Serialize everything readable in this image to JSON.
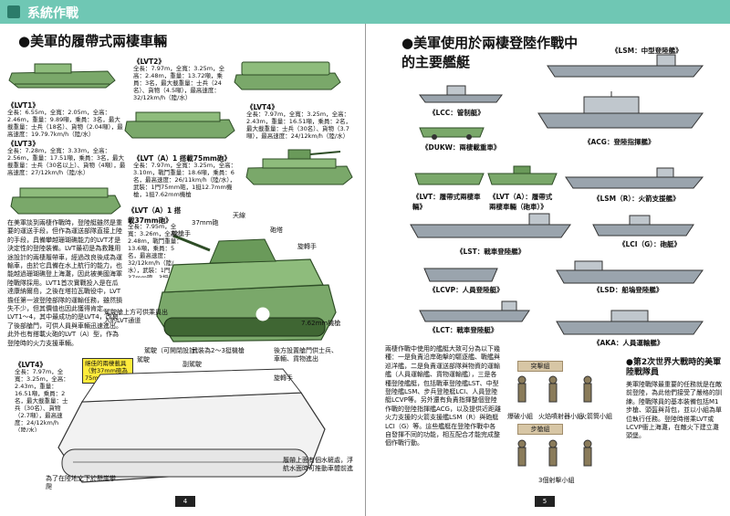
{
  "section": {
    "title": "系統作戰"
  },
  "left": {
    "heading": "●美軍的履帶式兩棲車輛",
    "vehicles": {
      "lvt2": {
        "name": "《LVT2》",
        "spec": "全長：7.97m，全寬：3.25m，全高：2.48m，重量：13.72噸，乘員：3名，最大載重量：士兵（24名）、貨物（4.5噸），最高速度：32/12km/h（陸/水）"
      },
      "lvt1": {
        "name": "《LVT1》",
        "spec": "全長：6.55m，全寬：2.05m，全高：2.46m，重量：9.89噸，乘員：3名，最大載重量：士兵（18名）、貨物（2.04噸），最高速度：19.79.7km/h（陸/水）"
      },
      "lvt4top": {
        "name": "《LVT4》",
        "spec": "全長：7.97m，全寬：3.25m，全高：2.43m，重量：16.51噸，乘員：2名，最大載重量：士兵（30名）、貨物（3.7噸），最高速度：24/12km/h（陸/水）"
      },
      "lvt3": {
        "name": "《LVT3》",
        "spec": "全長：7.28m，全寬：3.33m，全高：2.56m，重量：17.51噸，乘員：3名，最大載重量：士兵（30名以上）、貨物（4噸），最高速度：27/12km/h（陸/水）"
      },
      "lvta1": {
        "name": "《LVT（A）1 搭載75mm砲》",
        "spec": "全長：7.97m，全寬：3.25m，全高：3.10m，戰鬥重量：18.6噸，乘員：6名，最高速度：26/11km/h（陸/水），武裝：1門75mm砲，1挺12.7mm機槍，1挺7.62mm機槍"
      },
      "lvta1_37": {
        "name": "《LVT（A）1 搭載37mm砲》",
        "spec": "全長：7.95m，全寬：3.26m，全高：2.48m，戰鬥重量：13.6噸，乘員：5名，最高速度：32/12km/h（陸/水），武裝：1門37mm砲，3挺7.62mm機槍"
      },
      "lvt4": {
        "name": "《LVT4》",
        "spec": "全長：7.97m，全寬：3.25m，全高：2.43m，重量：16.51噸，乘員：2名，最大載重量：士兵（30名）、貨物（2.7噸），最高速度：24/12km/h（陸/水）"
      }
    },
    "callouts": {
      "c37mm": "37mm砲",
      "ant": "天線",
      "mg_hatch": "機槍手",
      "shield": "砲塔",
      "turret": "旋轉手",
      "mg762": "7.62mm機槍",
      "ramp_note": "駕駛艙上方可供乘員出入的LVT通道",
      "driver": "駕駛",
      "driver2": "駕駛（可開閉設計）",
      "radio": "副駕駛",
      "armor": "武裝為2〜3挺機槍",
      "side": "後方設置艙門供士兵、車輛、貨物進出",
      "gunner": "旋轉手",
      "front_note": "為了在陸地之下於懸崖攀爬",
      "rear_note": "履帶上面有個水鏟處，浮航水面時可推動車體前進",
      "highlight": "絕佳的兩棲載具",
      "highlight2": "（對37mm砲為75mm機槍）"
    },
    "body": "在美軍談到兩棲作戰時，登陸艇雖然是重要的運送手段，但作為運送部隊直接上陸的手段，具備攀越珊瑚礁能力的LVT才是決定性的登陸裝備。LVT最初是為救難用途設計的兩棲履帶車，經過改良後成為運輸車，由於它具備在水上航行的能力，也能越過珊瑚礁登上海灘，因此被美國海軍陸戰隊採用。LVT1首次實戰投入是在瓜達康納爾島，之後在塔拉瓦戰役中，LVT擔任第一波登陸部隊的運輸任務，雖然損失不少，但其價值也因此獲得肯定。LVT1〜4，其中最成功的是LVT4，改良了後部艙門，可供人員與車輛迅速進出。此外也有搭載火砲的LVT（A）型，作為登陸時的火力支援車輛。",
    "page": "4"
  },
  "right": {
    "heading": "●美軍使用於兩棲登陸作戰中的主要艦艇",
    "ships": {
      "lcc": "《LCC：管制艇》",
      "lsm": "《LSM：中型登陸艦》",
      "acg": "《ACG：登陸指揮艦》",
      "dukw": "《DUKW：兩棲載重車》",
      "lvt": "《LVT：履帶式兩棲車輛》",
      "lvta": "《LVT（A）：履帶式兩棲車輛（砲車）》",
      "lsmr": "《LSM（R）：火箭支援艦》",
      "lst": "《LST：戰車登陸艦》",
      "lci": "《LCI（G）：砲艇》",
      "lcvp": "《LCVP：人員登陸艇》",
      "lsd": "《LSD：船塢登陸艦》",
      "lct": "《LCT：戰車登陸艇》",
      "aka": "《AKA：人員運輸艦》"
    },
    "body": "兩棲作戰中使用的艦艇大致可分為以下幾種：一是負責沿岸砲擊的驅逐艦、戰艦與巡洋艦，二是負責運送部隊與物資的運輸艦（人員運輸艦、貨物運輸艦），三是各種登陸艦艇，包括戰車登陸艦LST、中型登陸艦LSM、步兵登陸艇LCI、人員登陸艇LCVP等。另外還有負責指揮整個登陸作戰的登陸指揮艦ACG，以及提供近距離火力支援的火箭支援艦LSM（R）與砲艇LCI（G）等。這些艦艇在登陸作戰中各自發揮不同的功能，相互配合才能完成整個作戰行動。",
    "box": {
      "title": "●第2次世界大戰時的美軍陸戰隊員",
      "text": "美軍陸戰隊最重要的任務就是在敵前登陸，為此他們接受了嚴格的訓練。陸戰隊員的基本裝備包括M1步槍、頭盔與背包，並以小組為單位執行任務。登陸時搭乘LVT或LCVP衝上海灘，在敵火下建立灘頭堡。",
      "tag1": "突擊組",
      "tag2": "步槍組",
      "lab1": "爆破小組",
      "lab2": "火焰噴射器小組",
      "lab3": "火箭筒小組",
      "lab4": "3個射擊小組"
    },
    "page": "5"
  },
  "colors": {
    "banner": "#6fc7b4",
    "vehicle": "#7aa86a",
    "vehicle_dark": "#3f6633",
    "ship": "#9aa4ad",
    "highlight": "#ffeb3b"
  }
}
